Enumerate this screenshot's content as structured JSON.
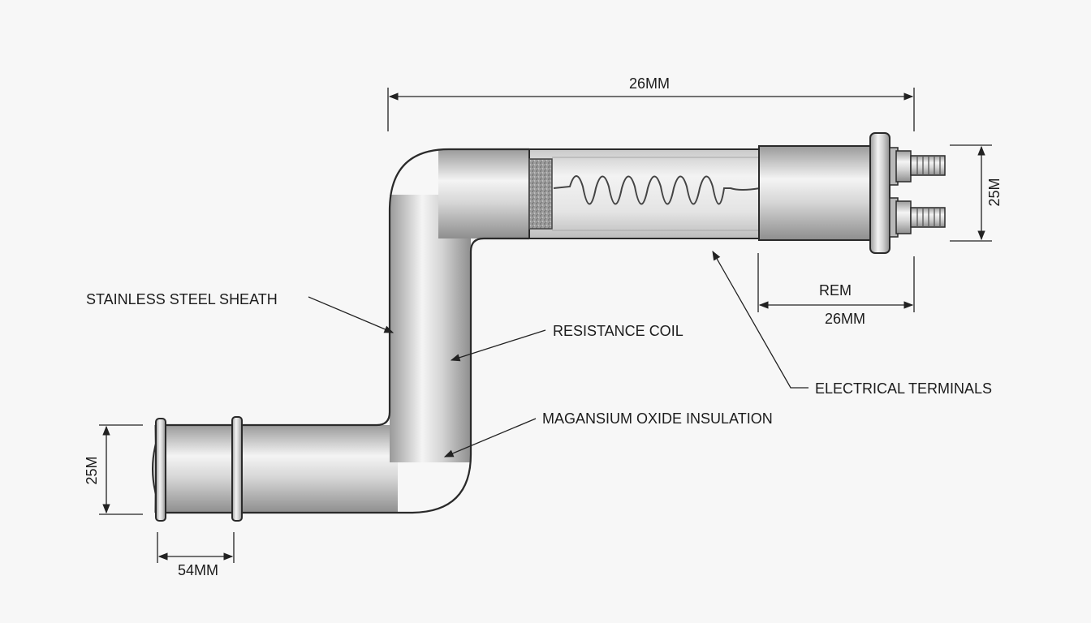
{
  "labels": {
    "stainless_steel_sheath": "STAINLESS STEEL SHEATH",
    "resistance_coil": "RESISTANCE COIL",
    "magnesium_oxide_insulation": "MAGANSIUM OXIDE INSULATION",
    "electrical_terminals": "ELECTRICAL TERMINALS"
  },
  "dimensions": {
    "top_length": "26MM",
    "terminal_height": "25M",
    "rem_label": "REM",
    "rem_length": "26MM",
    "left_diameter": "25M",
    "bottom_length": "54MM"
  },
  "colors": {
    "background": "#f7f7f7",
    "line": "#222222",
    "metal_light": "#f2f2f2",
    "metal_dark": "#9a9a9a"
  }
}
